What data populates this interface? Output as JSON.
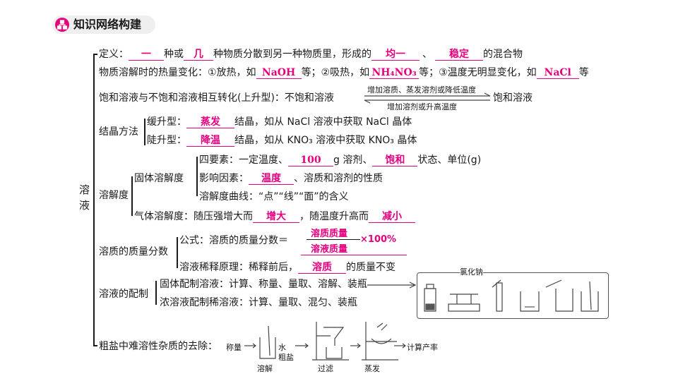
{
  "header": {
    "title": "知识网络构建",
    "icon": "network-icon",
    "accent": "#e4007f"
  },
  "root": "溶液",
  "definition": {
    "label": "定义：",
    "a1": "一",
    "t1": "种或",
    "a2": "几",
    "t2": "种物质分散到另一种物质里，形成的",
    "a3": "均一",
    "t3": "、",
    "a4": "稳定",
    "t4": "的混合物"
  },
  "heat": {
    "t1": "物质溶解时的热量变化：①放热，如",
    "a1": "NaOH",
    "t2": "等；②吸热，如",
    "a2": "NH₄NO₃",
    "t3": "等；③温度无明显变化，如",
    "a3": "NaCl",
    "t4": "等"
  },
  "saturation": {
    "t1": "饱和溶液与不饱和溶液相互转化(上升型)：不饱和溶液",
    "top": "增加溶质、蒸发溶剂或降低温度",
    "bottom": "增加溶剂或升高温度",
    "t2": "饱和溶液"
  },
  "crystal": {
    "label": "结晶方法",
    "slow": {
      "t1": "缓升型：",
      "a": "蒸发",
      "t2": "结晶，如从 NaCl 溶液中获取 NaCl 晶体"
    },
    "steep": {
      "t1": "陡升型：",
      "a": "降温",
      "t2": "结晶，如从 KNO₃ 溶液中获取 KNO₃ 晶体"
    }
  },
  "solubility": {
    "label": "溶解度",
    "solid_label": "固体溶解度",
    "four": {
      "t1": "四要素：一定温度、",
      "a1": "100",
      "t2": "g 溶剂、",
      "a2": "饱和",
      "t3": "状态、单位(g)"
    },
    "factor": {
      "t1": "影响因素：",
      "a": "温度",
      "t2": "、溶质和溶剂的性质"
    },
    "curve": "溶解度曲线：“点”“线”“面”的含义",
    "gas": {
      "t1": "气体溶解度：随压强增大而",
      "a1": "增大",
      "t2": "，随温度升高而",
      "a2": "减小"
    }
  },
  "mass_fraction": {
    "label": "溶质的质量分数",
    "formula_label": "公式：溶质的质量分数＝",
    "numerator": "溶质质量",
    "denominator": "溶液质量",
    "times": "×100%",
    "dilute": {
      "t1": "溶液稀释原理：稀释前后，",
      "a": "溶质",
      "t2": "的质量不变"
    }
  },
  "prep": {
    "label": "溶液的配制",
    "solid": "固体配制溶液：计算、称量、量取、溶解、装瓶",
    "liquid": "浓溶液配制稀溶液：计算、量取、混匀、装瓶",
    "diagram_label": "氯化钠"
  },
  "salt": {
    "label": "粗盐中难溶性杂质的去除：",
    "weigh": "称量",
    "water": "水",
    "crude": "粗盐",
    "dissolve": "溶解",
    "filter": "过滤",
    "evaporate": "蒸发",
    "result": "计算产率"
  }
}
